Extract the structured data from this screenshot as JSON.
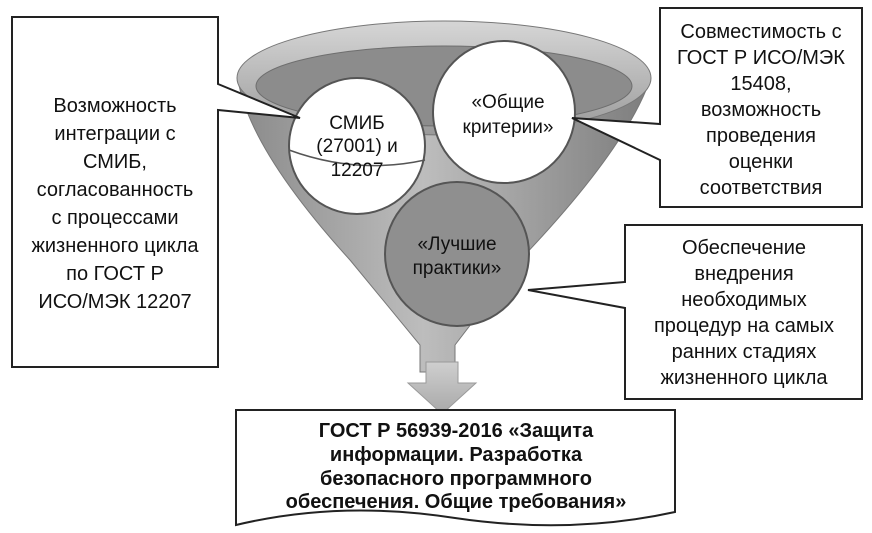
{
  "left_box": {
    "lines": [
      "Возможность",
      "интеграции с",
      "СМИБ,",
      "согласованность",
      "с процессами",
      "жизненного цикла",
      "по ГОСТ Р",
      "ИСО/МЭК 12207"
    ]
  },
  "top_right_box": {
    "lines": [
      "Совместимость с",
      "ГОСТ Р ИСО/МЭК",
      "15408,",
      "возможность",
      "проведения",
      "оценки",
      "соответствия"
    ]
  },
  "mid_right_box": {
    "lines": [
      "Обеспечение",
      "внедрения",
      "необходимых",
      "процедур на самых",
      "ранних стадиях",
      "жизненного цикла"
    ]
  },
  "circles": {
    "smib": {
      "lines": [
        "СМИБ",
        "(27001) и",
        "12207"
      ]
    },
    "common": {
      "lines": [
        "«Общие",
        "критерии»"
      ]
    },
    "best": {
      "lines": [
        "«Лучшие",
        "практики»"
      ]
    }
  },
  "bottom_box": {
    "lines": [
      "ГОСТ Р 56939-2016 «Защита",
      "информации. Разработка",
      "безопасного программного",
      "обеспечения. Общие требования»"
    ]
  }
}
